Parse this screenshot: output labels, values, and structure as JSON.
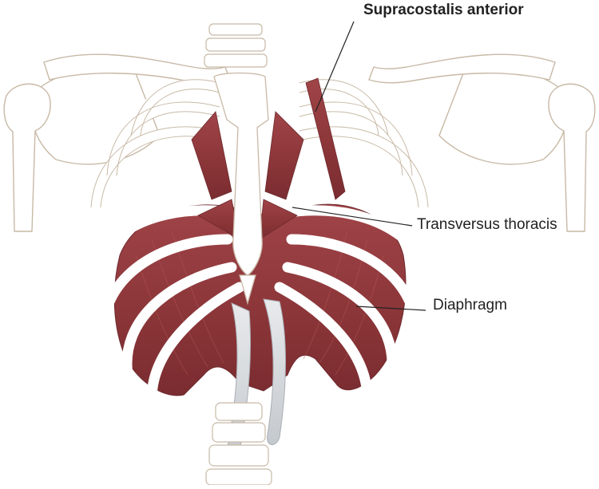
{
  "labels": {
    "supracostalis": "Supracostalis anterior",
    "transversus": "Transversus thoracis",
    "diaphragm": "Diaphragm"
  },
  "colors": {
    "muscle": "#8e3a3e",
    "muscle_dark": "#6e2a2e",
    "muscle_light": "#b65a5a",
    "bone_fill": "#ffffff",
    "bone_stroke": "#c8b9a6",
    "tendon": "#d8dce0",
    "leader_line": "#222222"
  },
  "structures": [
    "clavicle-left",
    "clavicle-right",
    "scapula-left",
    "scapula-right",
    "humerus-left",
    "humerus-right",
    "sternum",
    "xiphoid-process",
    "rib-cage",
    "vertebral-column",
    "diaphragm",
    "transversus-thoracis",
    "supracostalis-anterior",
    "diaphragm-crura"
  ]
}
